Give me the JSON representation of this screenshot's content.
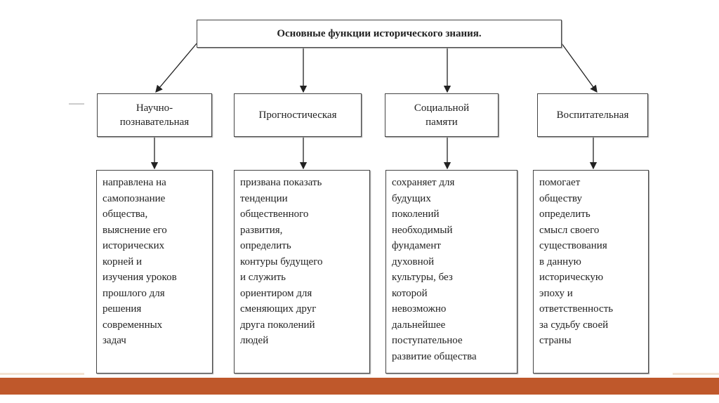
{
  "title": "Основные функции исторического знания.",
  "functions": [
    {
      "name": "Научно-\nпознавательная",
      "description": "направлена на\nсамопознание\nобщества,\nвыяснение его\nисторических\nкорней и\nизучения уроков\nпрошлого для\nрешения\nсовременных\nзадач"
    },
    {
      "name": "Прогностическая",
      "description": "призвана показать\nтенденции\nобщественного\nразвития,\nопределить\nконтуры будущего\nи служить\nориентиром для\nсменяющих друг\nдруга поколений\nлюдей"
    },
    {
      "name": "Социальной\nпамяти",
      "description": "сохраняет для\nбудущих\nпоколений\nнеобходимый\nфундамент\nдуховной\nкультуры, без\nкоторой\nневозможно\nдальнейшее\nпоступательное\nразвитие общества"
    },
    {
      "name": "Воспитательная",
      "description": "помогает\nобществу\nопределить\nсмысл своего\nсуществования\nв данную\nисторическую\nэпоху и\nответственность\nза судьбу своей\nстраны"
    }
  ],
  "colors": {
    "band": "#bf582b"
  }
}
